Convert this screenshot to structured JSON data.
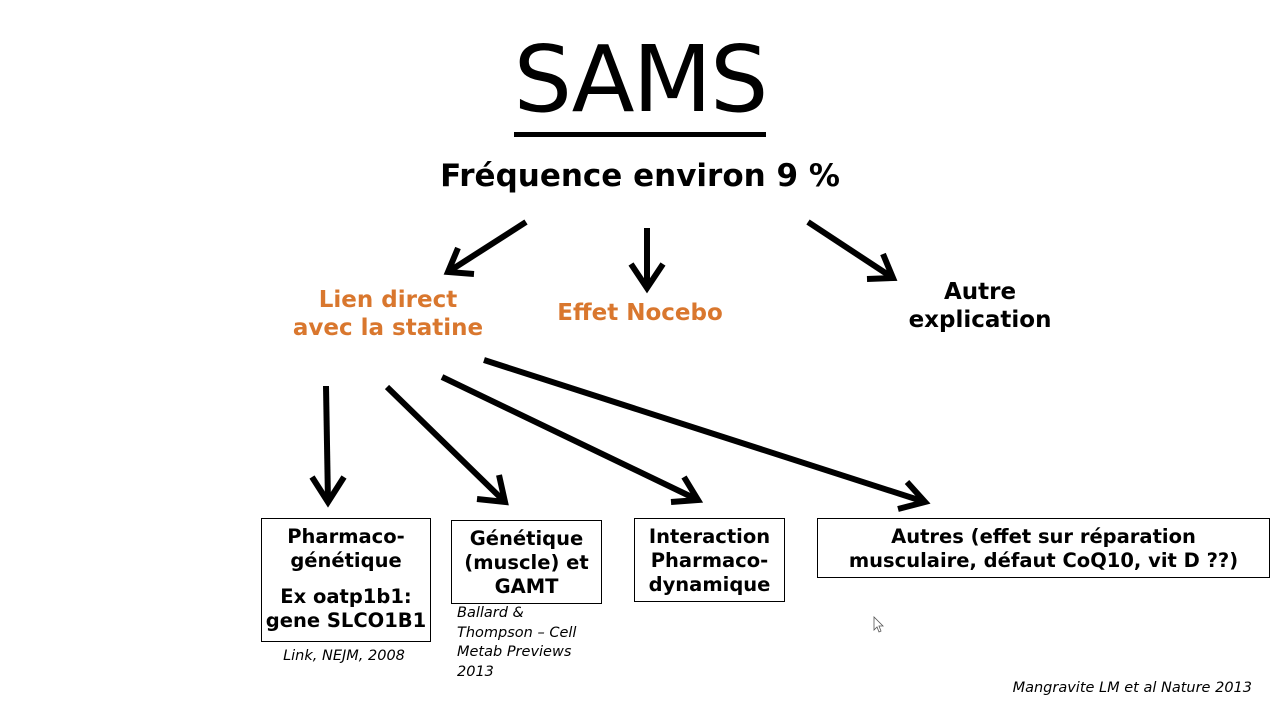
{
  "slide": {
    "title": "SAMS",
    "subtitle": "Fréquence environ 9 %",
    "branches": {
      "direct": {
        "line1": "Lien direct",
        "line2": "avec la statine",
        "color": "#d9772e"
      },
      "nocebo": {
        "label": "Effet Nocebo",
        "color": "#d9772e"
      },
      "other": {
        "line1": "Autre",
        "line2": "explication"
      }
    },
    "boxes": {
      "pharmacogenetique": {
        "line1": "Pharmaco-",
        "line2": "génétique",
        "line3": "Ex oatp1b1:",
        "line4": "gene SLCO1B1"
      },
      "genetique": {
        "line1": "Génétique",
        "line2": "(muscle) et",
        "line3": "GAMT"
      },
      "interaction": {
        "line1": "Interaction",
        "line2": "Pharmaco-",
        "line3": "dynamique"
      },
      "autres": {
        "line1": "Autres (effet sur réparation",
        "line2": "musculaire, défaut CoQ10, vit D ??)"
      }
    },
    "citations": {
      "link": "Link, NEJM, 2008",
      "ballard": {
        "line1": "Ballard &",
        "line2": "Thompson – Cell",
        "line3": "Metab Previews",
        "line4": "2013"
      },
      "mangravite": "Mangravite LM et al Nature 2013"
    }
  }
}
